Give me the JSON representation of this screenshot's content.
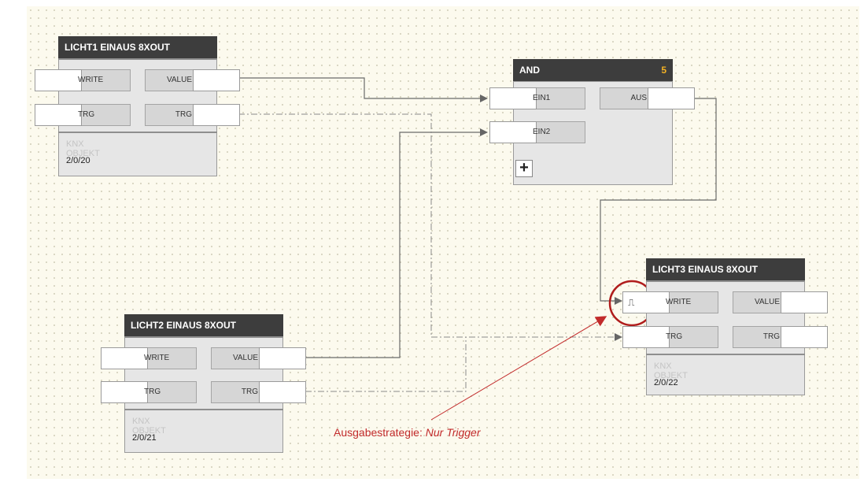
{
  "blocks": {
    "licht1": {
      "title": "LICHT1 EINAUS 8XOUT",
      "in_write": "WRITE",
      "out_value": "VALUE",
      "in_trg": "TRG",
      "out_trg": "TRG",
      "obj_label": "KNX OBJEKT",
      "obj_value": "2/0/20"
    },
    "licht2": {
      "title": "LICHT2 EINAUS 8XOUT",
      "in_write": "WRITE",
      "out_value": "VALUE",
      "in_trg": "TRG",
      "out_trg": "TRG",
      "obj_label": "KNX OBJEKT",
      "obj_value": "2/0/21"
    },
    "licht3": {
      "title": "LICHT3 EINAUS 8XOUT",
      "in_write": "WRITE",
      "out_value": "VALUE",
      "in_trg": "TRG",
      "out_trg": "TRG",
      "obj_label": "KNX OBJEKT",
      "obj_value": "2/0/22",
      "trigger_icon": "⎍"
    },
    "and": {
      "title": "AND",
      "number": "5",
      "in1": "EIN1",
      "in2": "EIN2",
      "out": "AUS",
      "add_symbol": "+"
    }
  },
  "annotation": {
    "prefix": "Ausgabestrategie: ",
    "emphasis": "Nur Trigger"
  },
  "colors": {
    "canvas": "#fcfaee",
    "header": "#3d3d3d",
    "block_number": "#f4b224",
    "annotation": "#c22b2b"
  }
}
